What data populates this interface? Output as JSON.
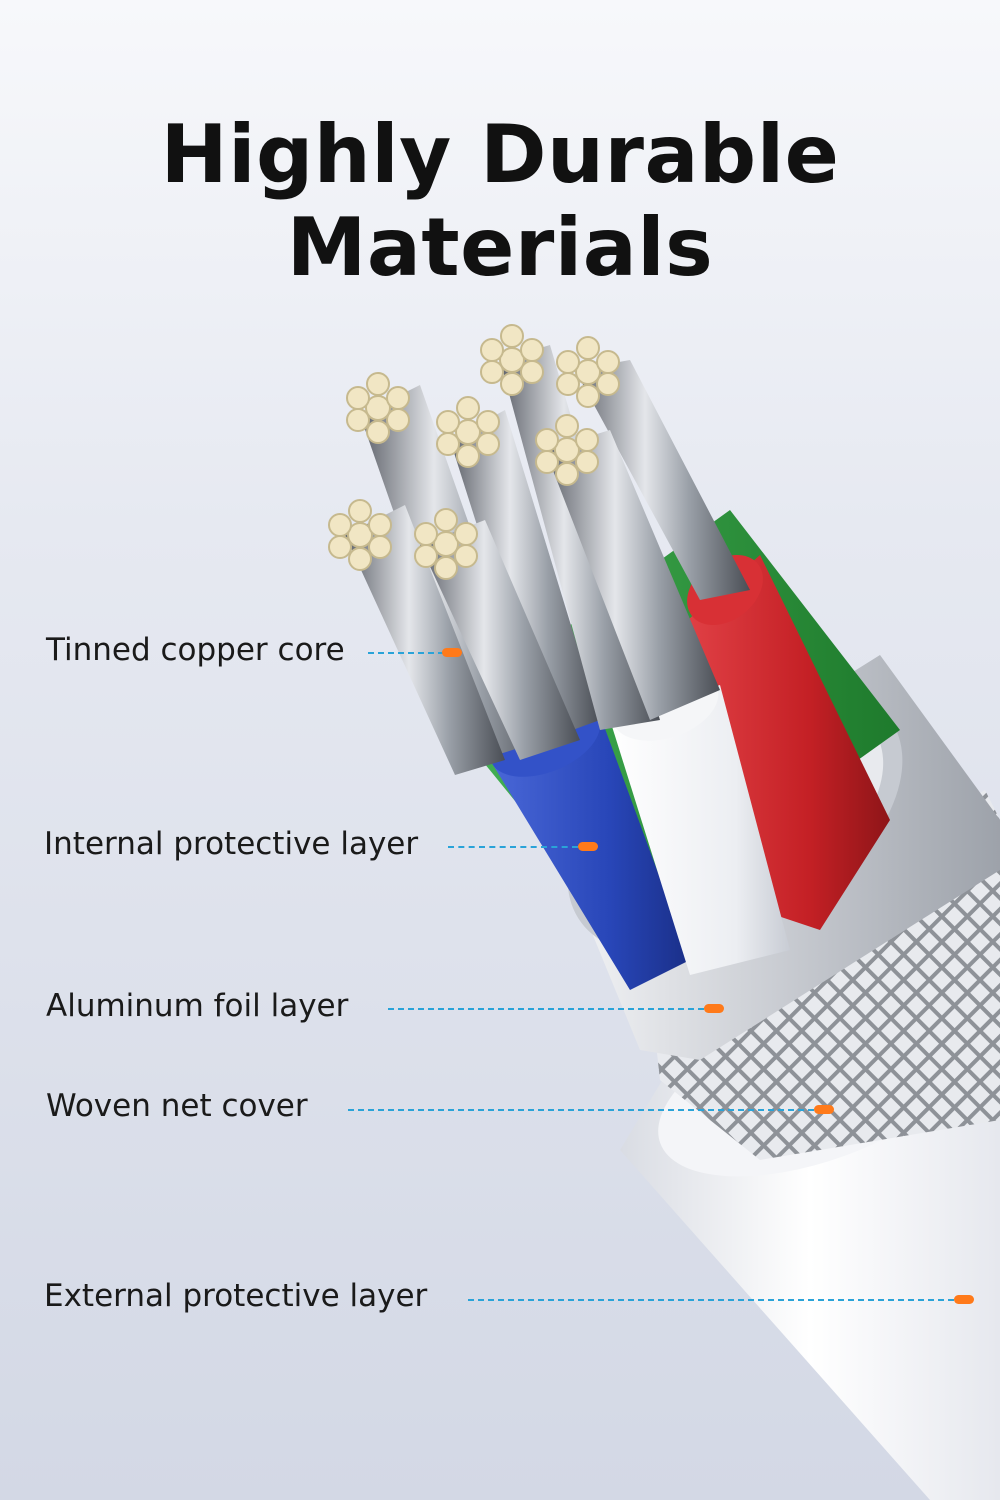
{
  "title": "Highly Durable Materials",
  "layers": [
    {
      "label": "Tinned copper core"
    },
    {
      "label": "Internal protective layer"
    },
    {
      "label": "Aluminum foil layer"
    },
    {
      "label": "Woven net cover"
    },
    {
      "label": "External protective layer"
    }
  ],
  "colors": {
    "leader_line": "#2aa3d8",
    "marker": "#ff7a1a",
    "wire_red": "#c42025",
    "wire_green": "#2e9a3e",
    "wire_blue": "#2846b8",
    "wire_white": "#f2f2f2",
    "copper_tinned": "#f1e6c4"
  }
}
